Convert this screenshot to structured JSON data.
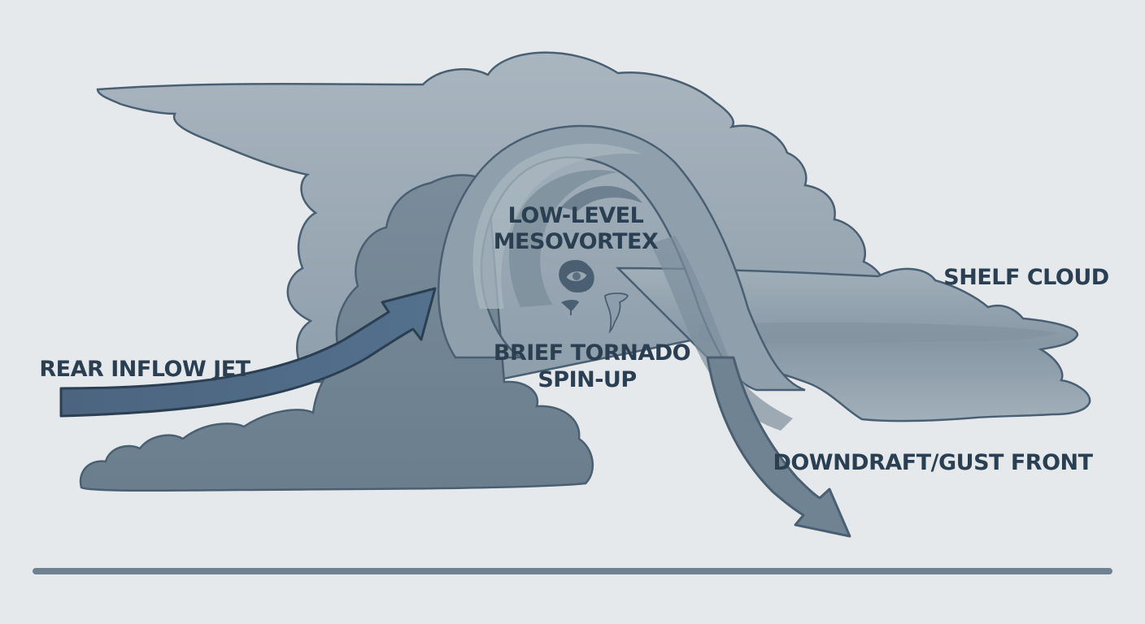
{
  "labels": {
    "mesovortex_line1": "LOW-LEVEL",
    "mesovortex_line2": "MESOVORTEX",
    "shelf_cloud": "SHELF CLOUD",
    "rear_inflow_jet": "REAR INFLOW JET",
    "tornado_line1": "BRIEF TORNADO",
    "tornado_line2": "SPIN-UP",
    "downdraft": "DOWNDRAFT/GUST FRONT"
  },
  "colors": {
    "background": "#e6e9ec",
    "anvil_cloud": "#a4b1bb",
    "mid_cloud": "#8a9aa7",
    "dark_cloud": "#6d8190",
    "shelf_cloud": "#97a7b2",
    "outline": "#4a6072",
    "inflow_arrow": "#4a6580",
    "downdraft_arrow": "#6c8191",
    "ground": "#6e8292",
    "text": "#2b3f52"
  }
}
